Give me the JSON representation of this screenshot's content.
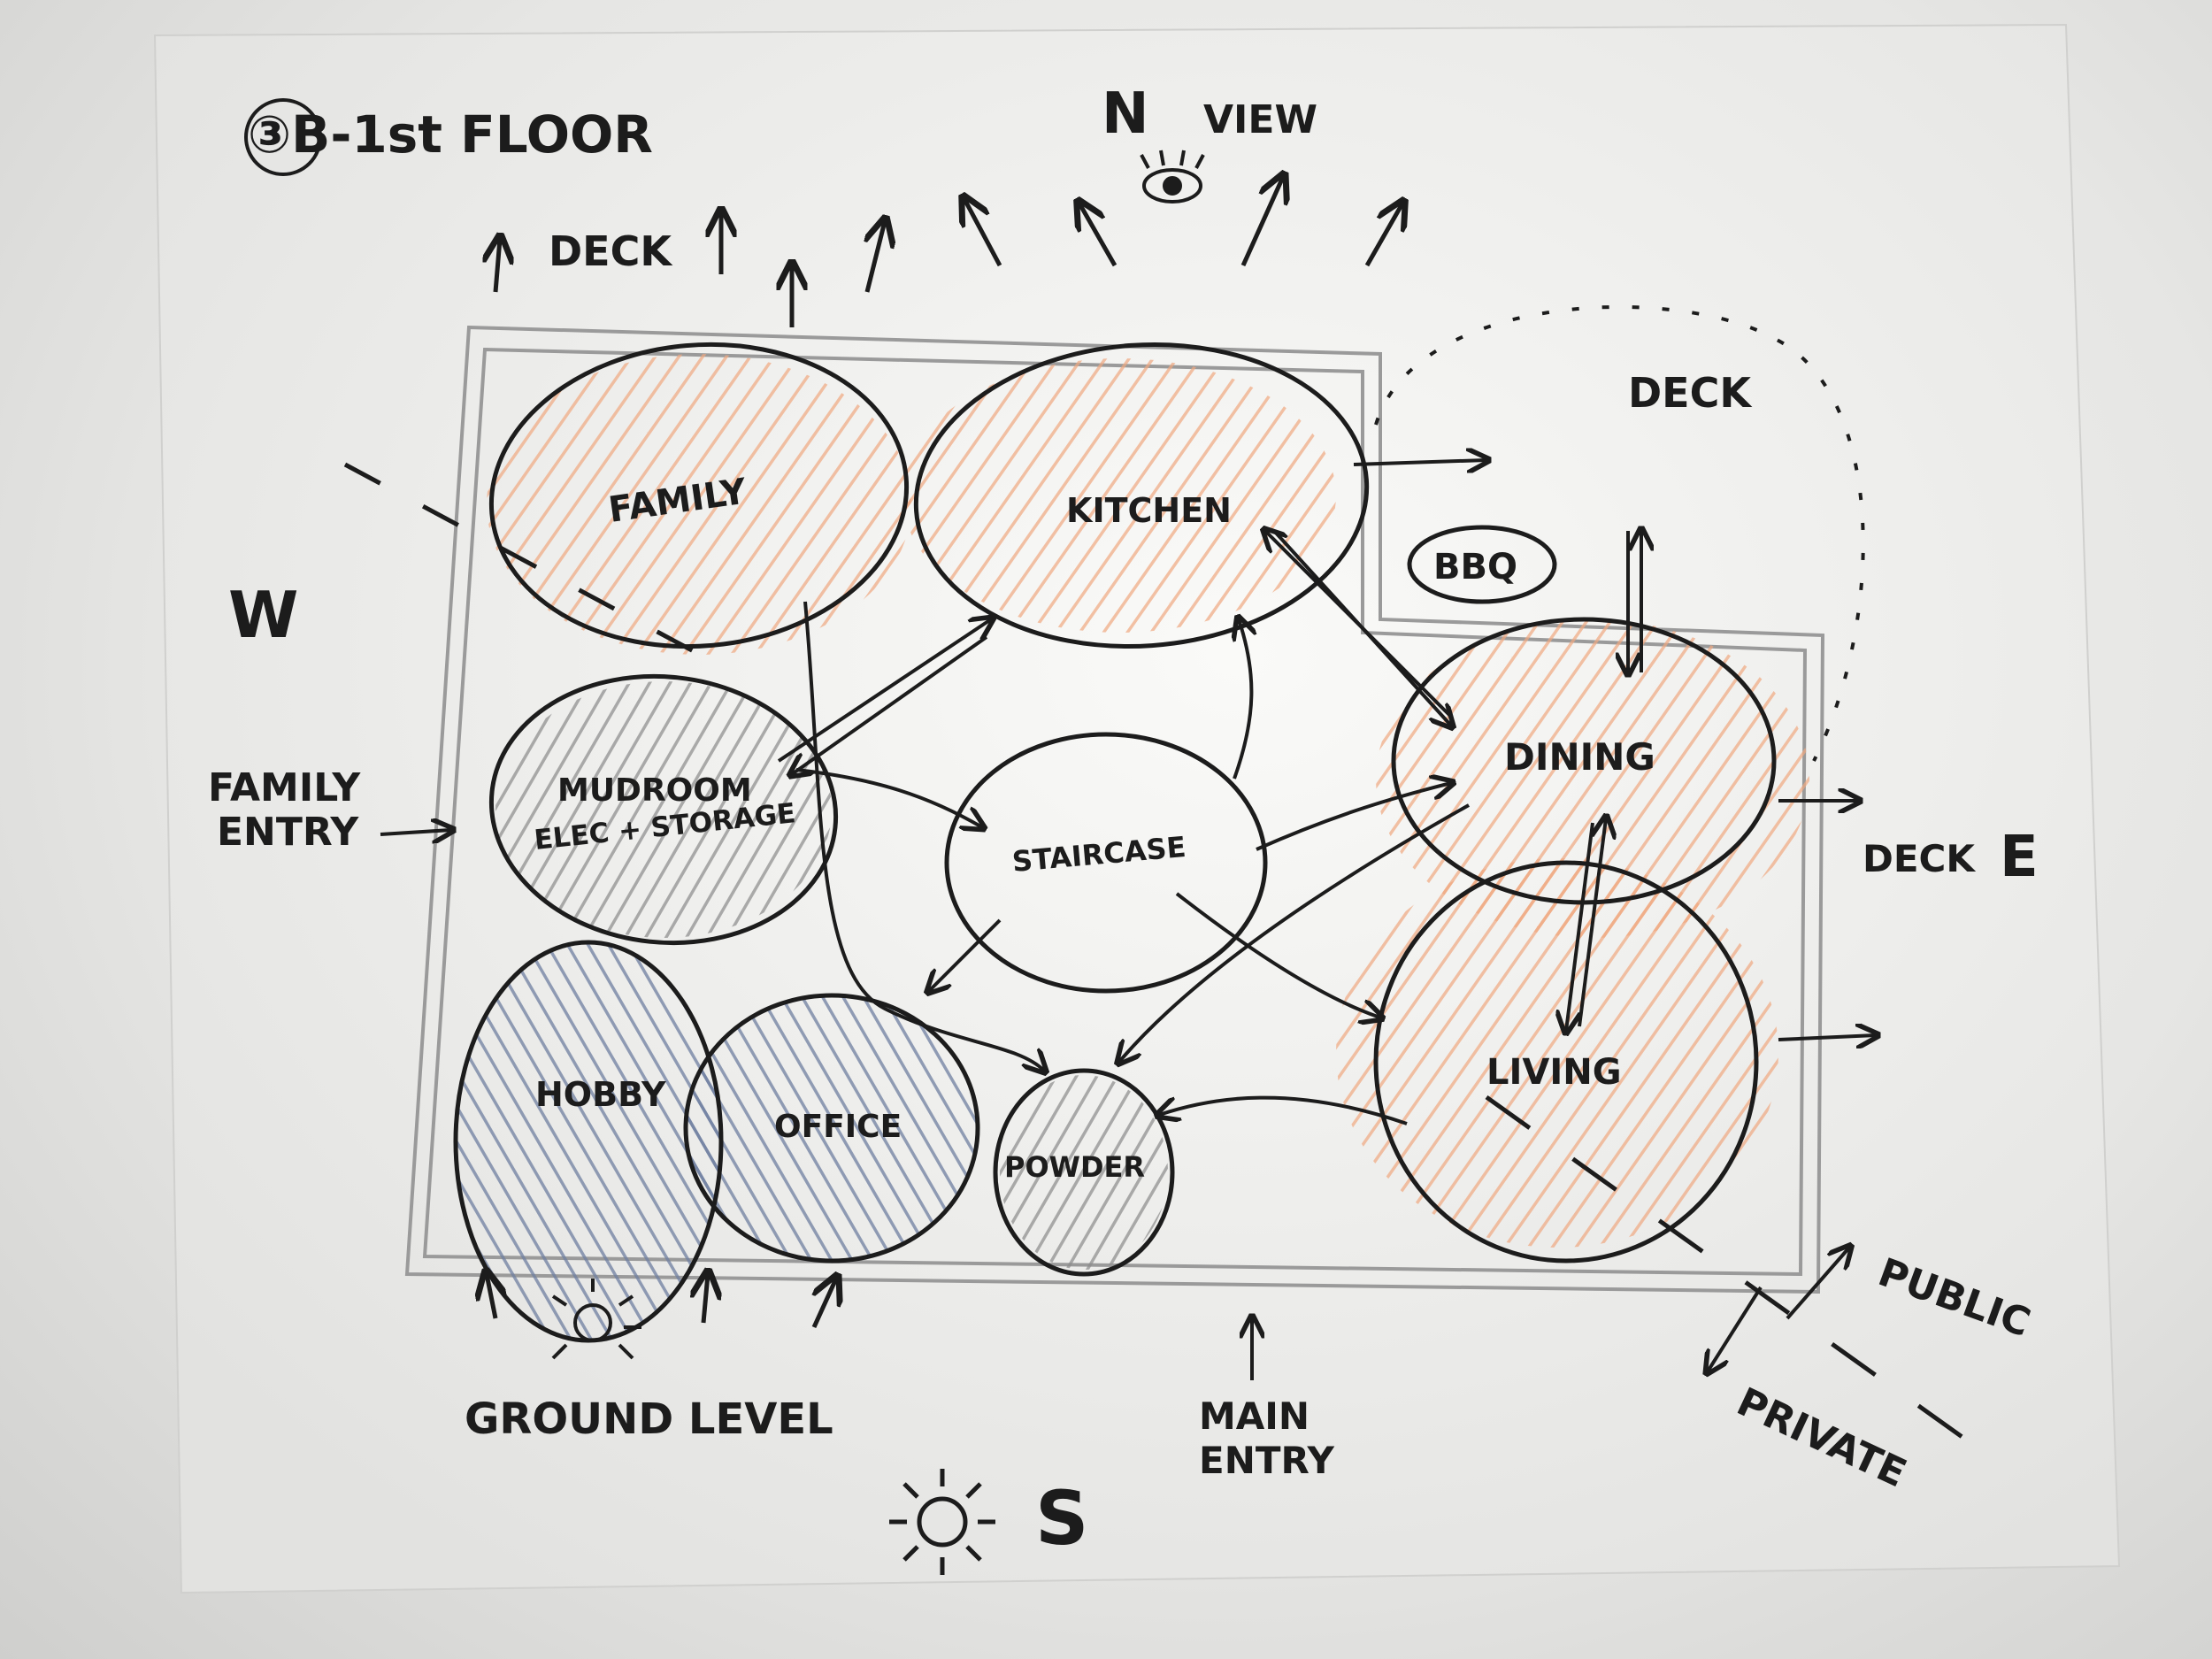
{
  "title": "③B-1st FLOOR",
  "compass": {
    "north": "N",
    "west": "W",
    "east": "E",
    "south": "S"
  },
  "labels": {
    "view": "VIEW",
    "deck_top": "DECK",
    "deck_ne": "DECK",
    "deck_east": "DECK",
    "bbq": "BBQ",
    "family_entry_1": "FAMILY",
    "family_entry_2": "ENTRY",
    "ground_level": "GROUND LEVEL",
    "main_entry_1": "MAIN",
    "main_entry_2": "ENTRY",
    "public": "PUBLIC",
    "private": "PRIVATE"
  },
  "rooms": {
    "family": "FAMILY",
    "kitchen": "KITCHEN",
    "mudroom_1": "MUDROOM",
    "mudroom_2": "ELEC + STORAGE",
    "staircase": "STAIRCASE",
    "dining": "DINING",
    "living": "LIVING",
    "hobby": "HOBBY",
    "office": "OFFICE",
    "powder": "POWDER"
  },
  "colors": {
    "paper": "#f2f2f0",
    "ink": "#1c1c1c",
    "pencil": "#9a9a9a",
    "orange_hatch": "#f0a880",
    "blue_hatch": "#6f7fa0",
    "gray_hatch": "#8a8a8a"
  }
}
